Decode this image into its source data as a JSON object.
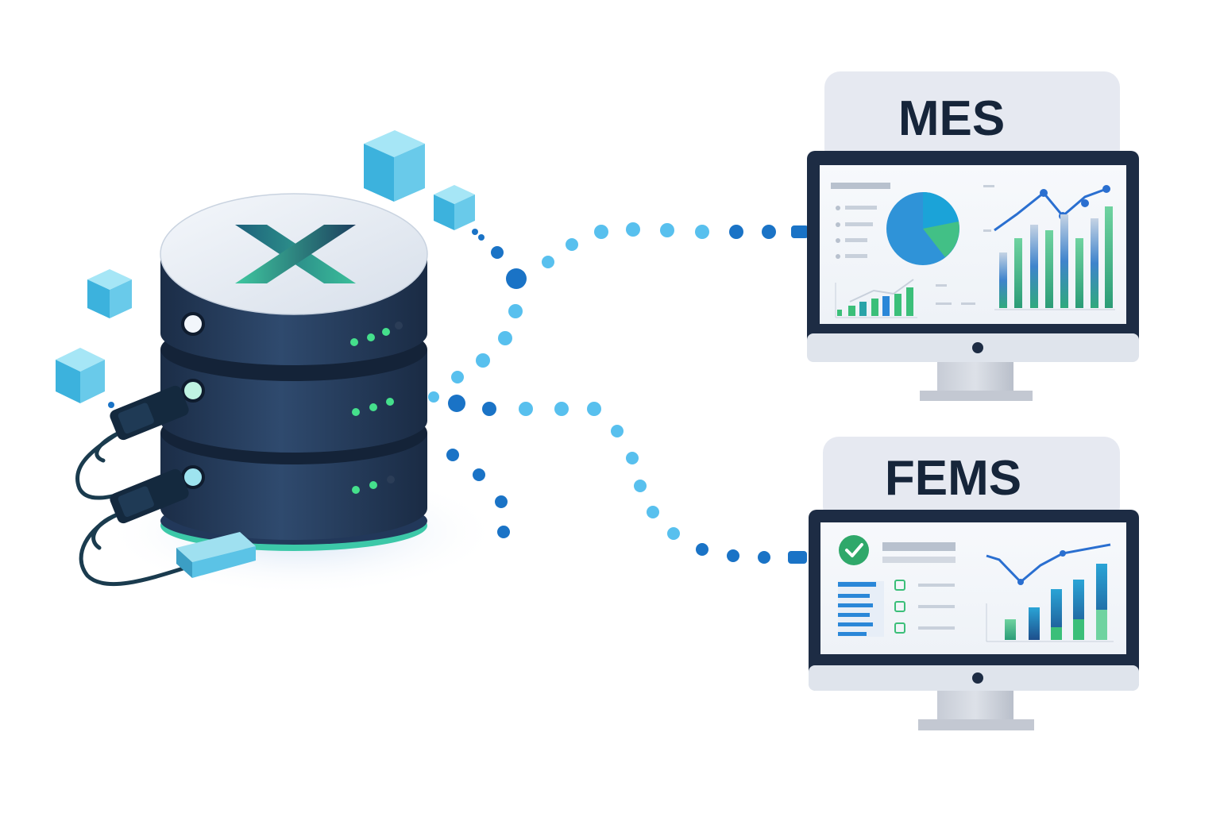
{
  "diagram": {
    "server": {
      "logo_letter": "X",
      "status_leds": "green"
    },
    "targets": [
      {
        "label": "MES"
      },
      {
        "label": "FEMS"
      }
    ]
  },
  "colors": {
    "server_body": "#23395a",
    "server_top": "#e9eef5",
    "logo_a": "#1f6e86",
    "logo_b": "#3bbf9a",
    "cube": "#5bc6e8",
    "dot_dark": "#1a73c6",
    "dot_light": "#58c0ee",
    "monitor_frame": "#1d2c44",
    "monitor_body": "#dfe4ec",
    "label_panel": "#e8ebf2",
    "led_green": "#45e08c",
    "chart_green": "#3bbf79",
    "chart_blue": "#2a87d8"
  }
}
